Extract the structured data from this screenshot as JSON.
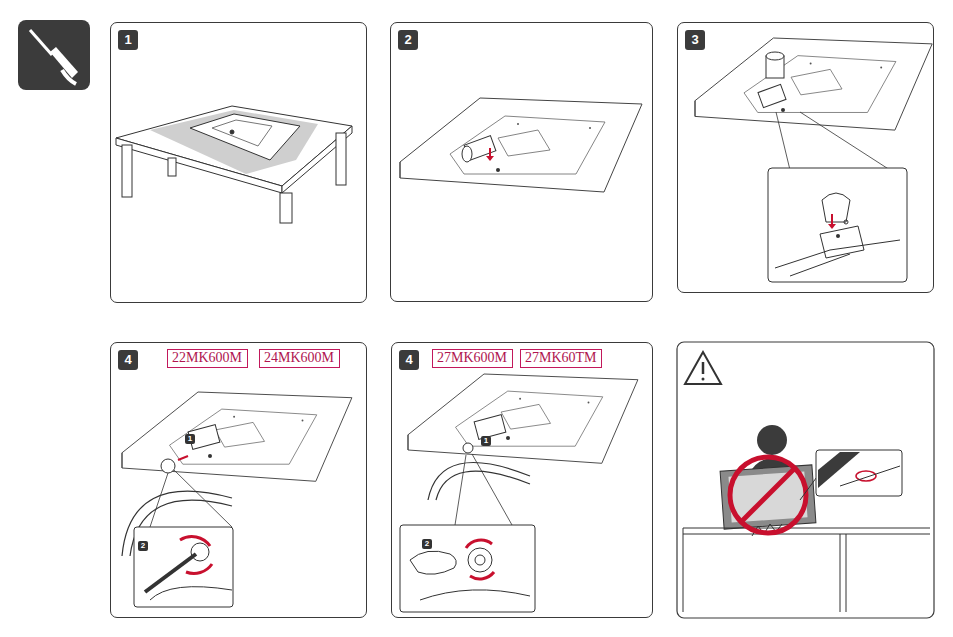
{
  "diagram": {
    "nodes": [
      {
        "text": [
          "1"
        ]
      },
      {
        "text": [
          "2"
        ]
      },
      {
        "text": [
          "3"
        ]
      },
      {
        "text": [
          "4"
        ]
      },
      {
        "text": [
          "22MK600M"
        ],
        "in": 3
      },
      {
        "text": [
          "24MK600M"
        ],
        "in": 3
      },
      {
        "text": [
          "4"
        ]
      },
      {
        "text": [
          "27MK600M"
        ],
        "in": 6
      },
      {
        "text": [
          "27MK60TM"
        ],
        "in": 6
      }
    ],
    "edges": [],
    "labels": [
      "1",
      "2",
      "1",
      "2"
    ]
  }
}
